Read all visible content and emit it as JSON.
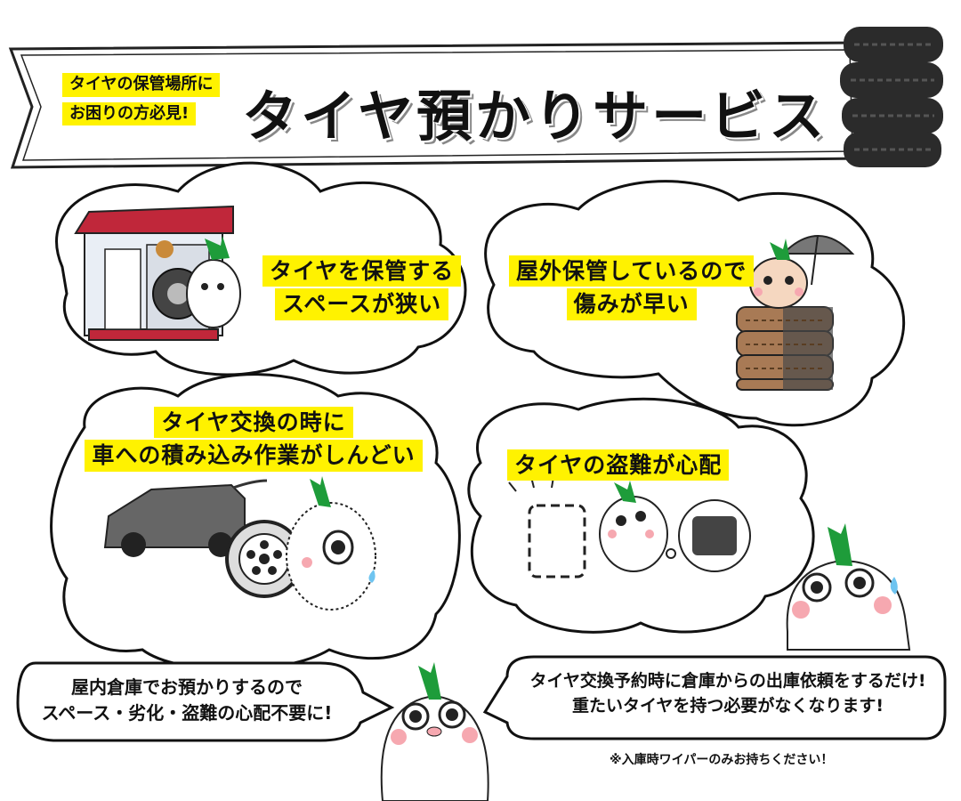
{
  "banner": {
    "sub_line1": "タイヤの保管場所に",
    "sub_line2": "お困りの方必見!",
    "title": "タイヤ預かりサービス"
  },
  "problems": [
    {
      "line1": "タイヤを保管する",
      "line2": "スペースが狭い"
    },
    {
      "line1": "屋外保管しているので",
      "line2": "傷みが早い"
    },
    {
      "line1": "タイヤ交換の時に",
      "line2": "車への積み込み作業がしんどい"
    },
    {
      "line1": "タイヤの盗難が心配",
      "line2": ""
    }
  ],
  "solutions": {
    "left_line1": "屋内倉庫でお預かりするので",
    "left_line2": "スペース・劣化・盗難の心配不要に!",
    "right_line1": "タイヤ交換予約時に倉庫からの出庫依頼をするだけ!",
    "right_line2": "重たいタイヤを持つ必要がなくなります!",
    "note": "※入庫時ワイパーのみお持ちください！"
  },
  "colors": {
    "highlight": "#fff200",
    "tire": "#2b2b2b",
    "leaf": "#1e9c3a",
    "shed_roof": "#c0273a",
    "car": "#666666",
    "blush": "#f6a8b0"
  }
}
